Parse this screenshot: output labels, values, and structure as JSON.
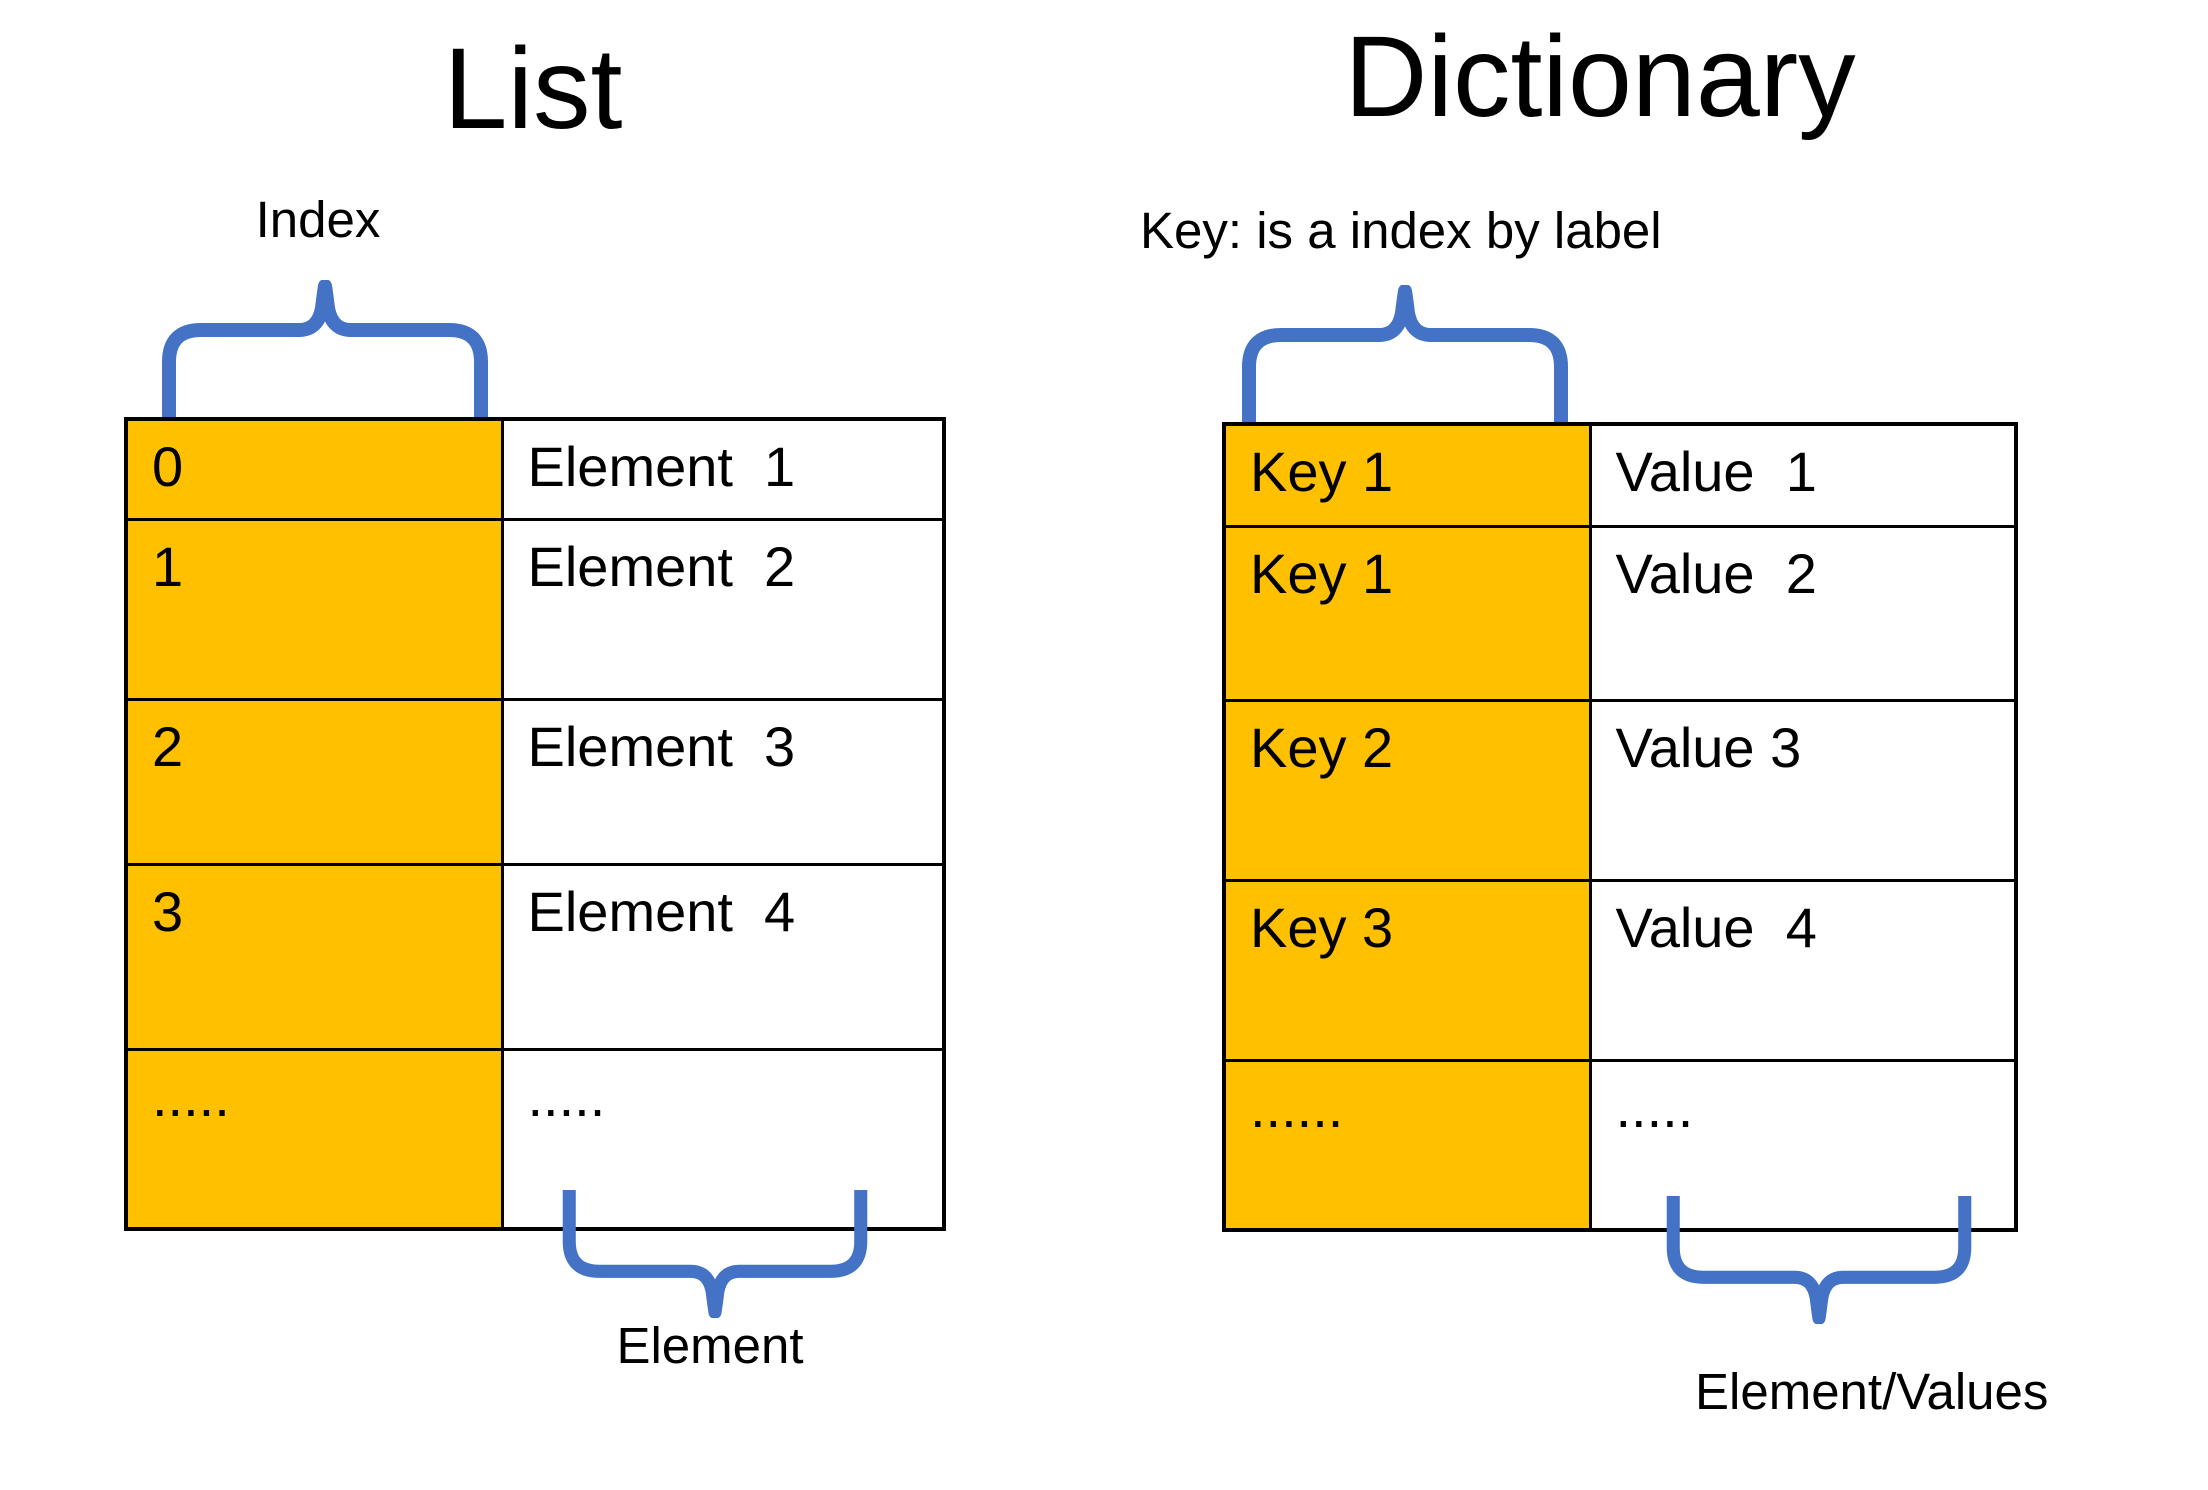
{
  "colors": {
    "cell_fill_orange": "#FFC000",
    "brace_blue": "#4472C4",
    "table_border": "#000000",
    "text": "#000000",
    "background": "#FFFFFF"
  },
  "list_panel": {
    "title": "List",
    "index_label": "Index",
    "element_label": "Element",
    "rows": [
      {
        "index": "0",
        "element": "Element  1"
      },
      {
        "index": "1",
        "element": "Element  2"
      },
      {
        "index": "2",
        "element": "Element  3"
      },
      {
        "index": "3",
        "element": "Element  4"
      },
      {
        "index": ".....",
        "element": "....."
      }
    ]
  },
  "dictionary_panel": {
    "title": "Dictionary",
    "key_label": "Key: is a index by label",
    "values_label": "Element/Values",
    "rows": [
      {
        "key": "Key 1",
        "value": "Value  1"
      },
      {
        "key": "Key 1",
        "value": "Value  2"
      },
      {
        "key": "Key 2",
        "value": "Value 3"
      },
      {
        "key": "Key 3",
        "value": "Value  4"
      },
      {
        "key": "......",
        "value": "....."
      }
    ]
  }
}
